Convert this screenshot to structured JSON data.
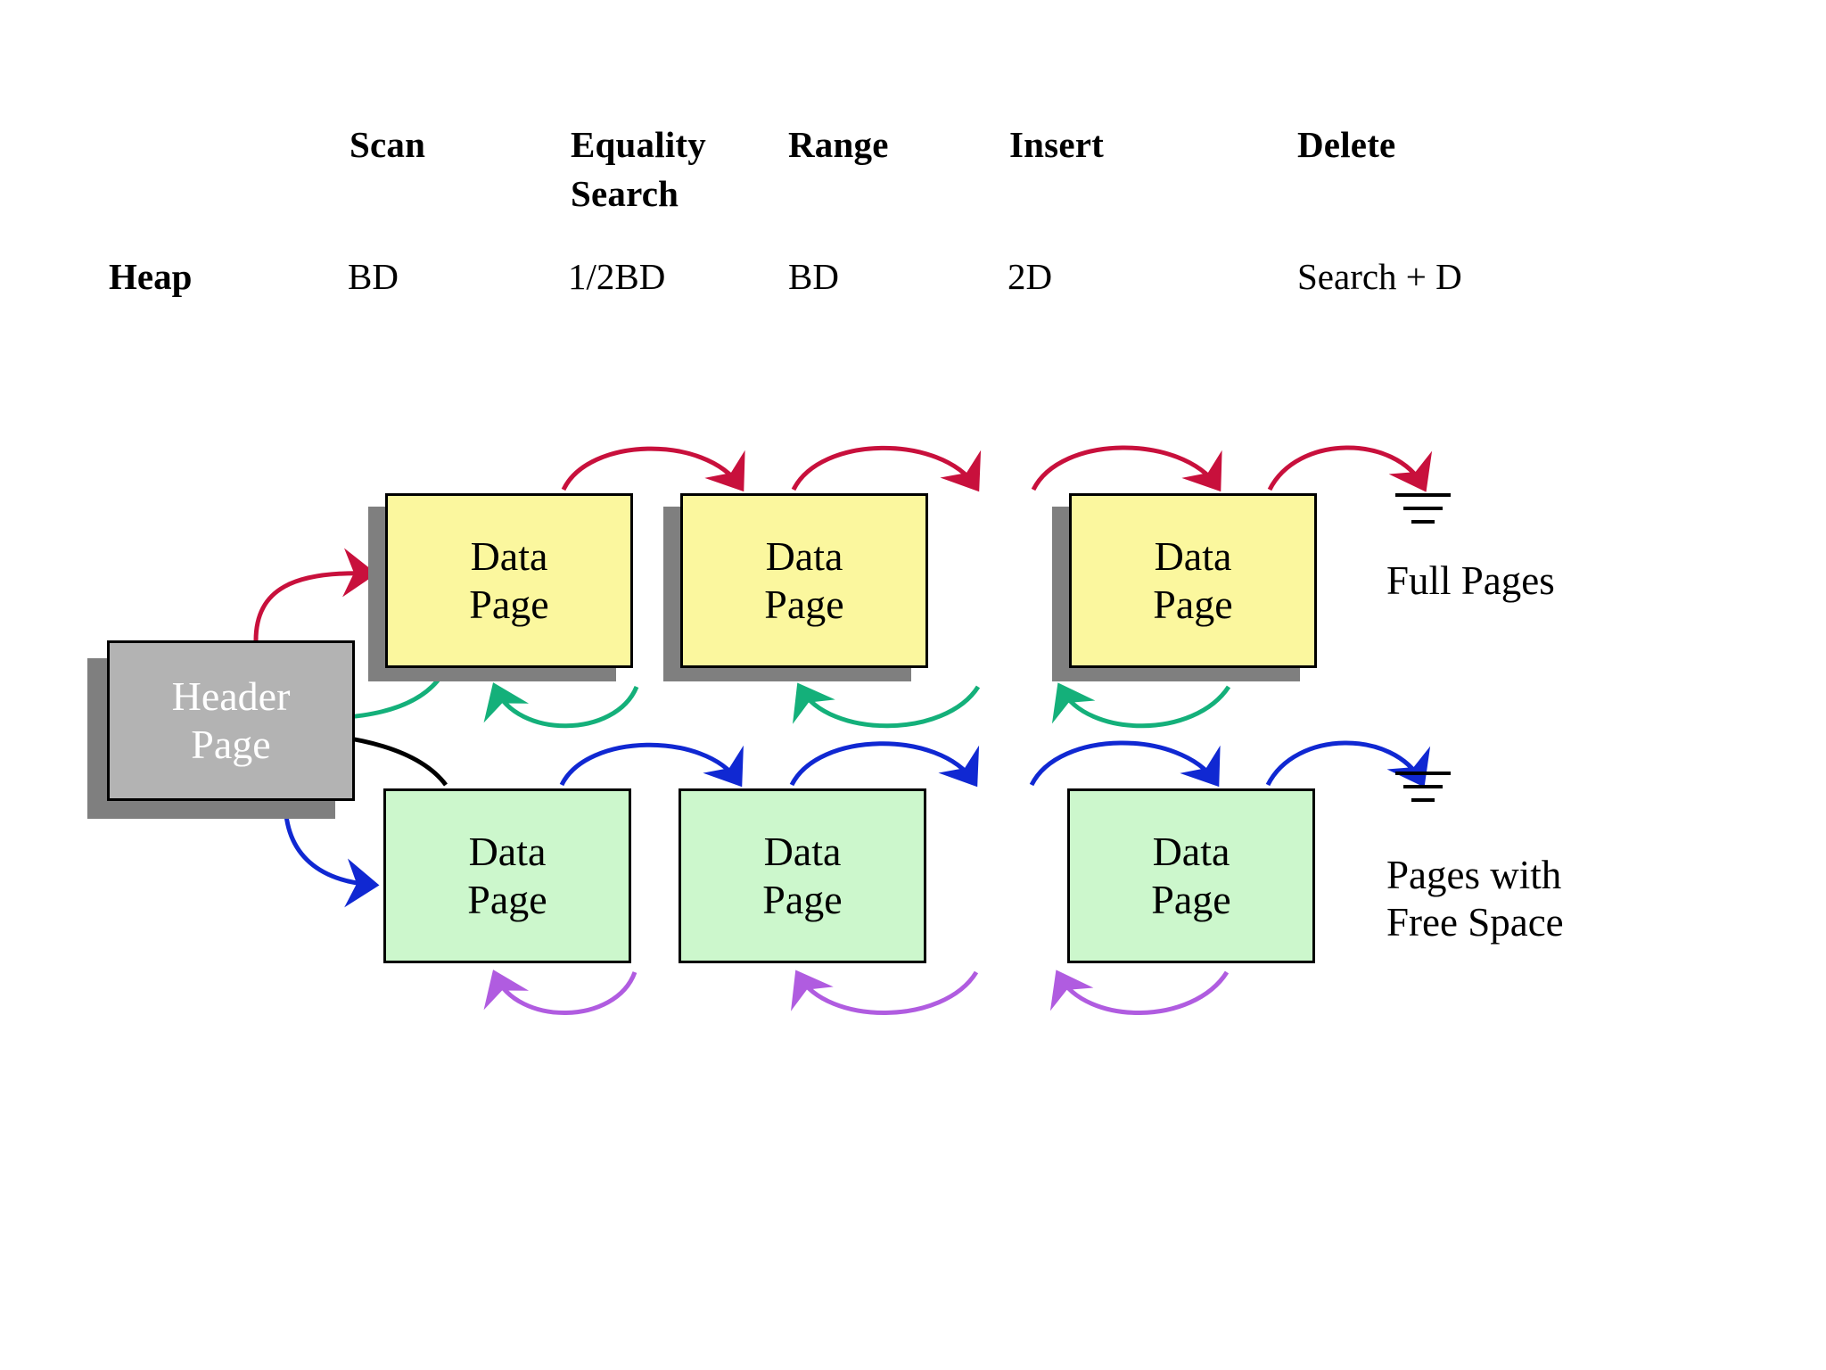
{
  "table": {
    "columns": [
      {
        "label": "Scan"
      },
      {
        "label": "Equality\nSearch"
      },
      {
        "label": "Range"
      },
      {
        "label": "Insert"
      },
      {
        "label": "Delete"
      }
    ],
    "rows": [
      {
        "label": "Heap",
        "cells": [
          "BD",
          "1/2BD",
          "BD",
          "2D",
          "Search + D"
        ]
      }
    ]
  },
  "diagram": {
    "header_page": {
      "line1": "Header",
      "line2": "Page"
    },
    "full_pages": [
      {
        "line1": "Data",
        "line2": "Page"
      },
      {
        "line1": "Data",
        "line2": "Page"
      },
      {
        "line1": "Data",
        "line2": "Page"
      }
    ],
    "free_pages": [
      {
        "line1": "Data",
        "line2": "Page"
      },
      {
        "line1": "Data",
        "line2": "Page"
      },
      {
        "line1": "Data",
        "line2": "Page"
      }
    ],
    "labels": {
      "full": "Full Pages",
      "free": "Pages with\nFree Space"
    },
    "colors": {
      "full_page_fill": "#fbf79e",
      "free_page_fill": "#ccf7cc",
      "header_page_fill": "#b3b3b3",
      "shadow": "#7f7f7f",
      "forward_full_link": "#c8103c",
      "backward_full_link": "#14b07a",
      "forward_free_link": "#1028d2",
      "backward_free_link": "#b05ce0",
      "header_back_link": "#000000"
    }
  }
}
